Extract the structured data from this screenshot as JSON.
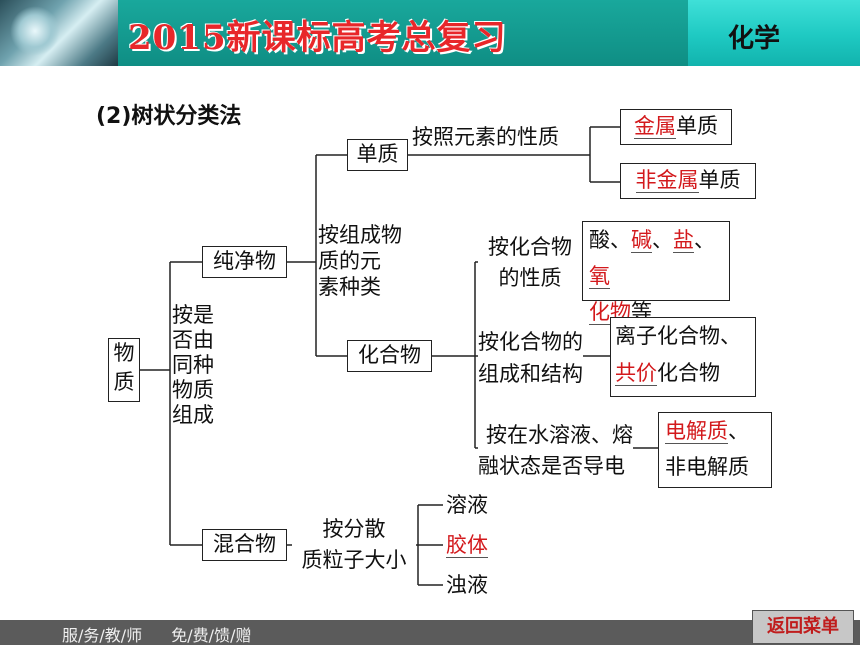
{
  "header": {
    "title": "2015新课标高考总复习",
    "subject": "化学"
  },
  "section_label": "(2)树状分类法",
  "tree": {
    "root": [
      "物",
      "质"
    ],
    "criterion_pure": [
      "按是",
      "否由",
      "同种",
      "物质",
      "组成"
    ],
    "pure": "纯净物",
    "mixture": "混合物",
    "criterion_elements": [
      "按组成物",
      "质的元",
      "素种类"
    ],
    "element_substance": "单质",
    "compound": "化合物",
    "criterion_element_prop": "按照元素的性质",
    "metal": {
      "red": "金属",
      "rest": "单质"
    },
    "nonmetal": {
      "red": "非金属",
      "rest": "单质"
    },
    "criterion_compound_prop": [
      "按化合物",
      "的性质"
    ],
    "acid_base": {
      "acid": "酸、",
      "base": "碱",
      "sep1": "、",
      "salt": "盐",
      "sep2": "、",
      "ox": "氧",
      "ox2": "化物",
      "etc": "等"
    },
    "criterion_structure": [
      "按化合物的",
      "组成和结构"
    ],
    "ionic": "离子化合物、",
    "covalent": {
      "red": "共价",
      "rest": "化合物"
    },
    "criterion_conduct": [
      "按在水溶液、熔",
      "融状态是否导电"
    ],
    "electrolyte": {
      "red": "电解质",
      "rest": "、"
    },
    "nonelectrolyte": "非电解质",
    "criterion_particle": [
      "按分散",
      "质粒子大小"
    ],
    "solution": "溶液",
    "colloid": "胶体",
    "turbid": "浊液"
  },
  "footer": {
    "links": [
      "服/务/教/师",
      "免/费/馈/赠"
    ],
    "back_button": "返回菜单"
  }
}
